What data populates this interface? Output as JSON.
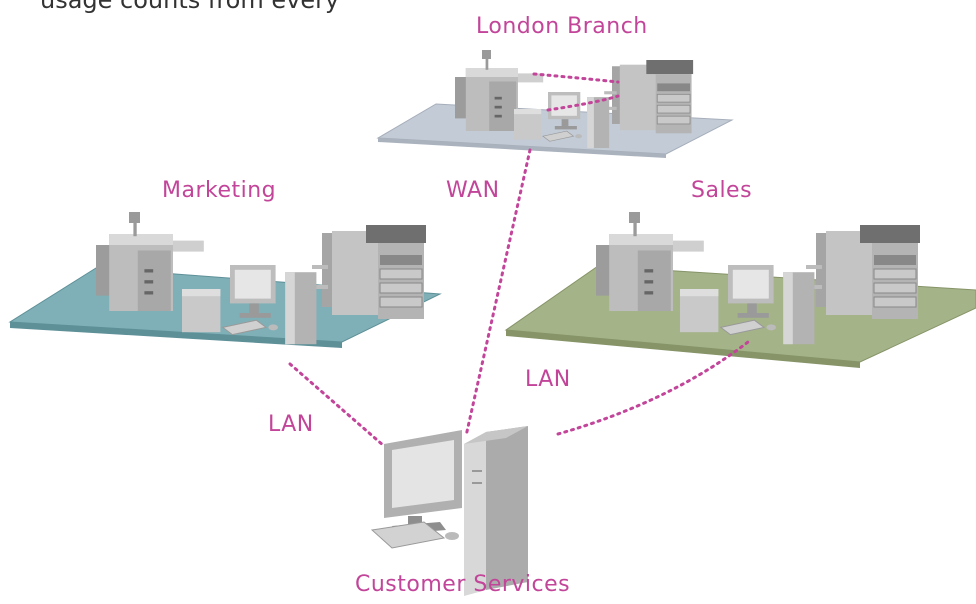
{
  "header_fragment": "usage counts from every",
  "sites": {
    "london": {
      "label": "London Branch",
      "floor_color": "#c3ccd6"
    },
    "marketing": {
      "label": "Marketing",
      "floor_color": "#7fb0b7"
    },
    "sales": {
      "label": "Sales",
      "floor_color": "#a4b388"
    },
    "customer_services": {
      "label": "Customer Services"
    }
  },
  "links": {
    "wan": "WAN",
    "lan_left": "LAN",
    "lan_right": "LAN",
    "line_color": "#c2459a"
  }
}
